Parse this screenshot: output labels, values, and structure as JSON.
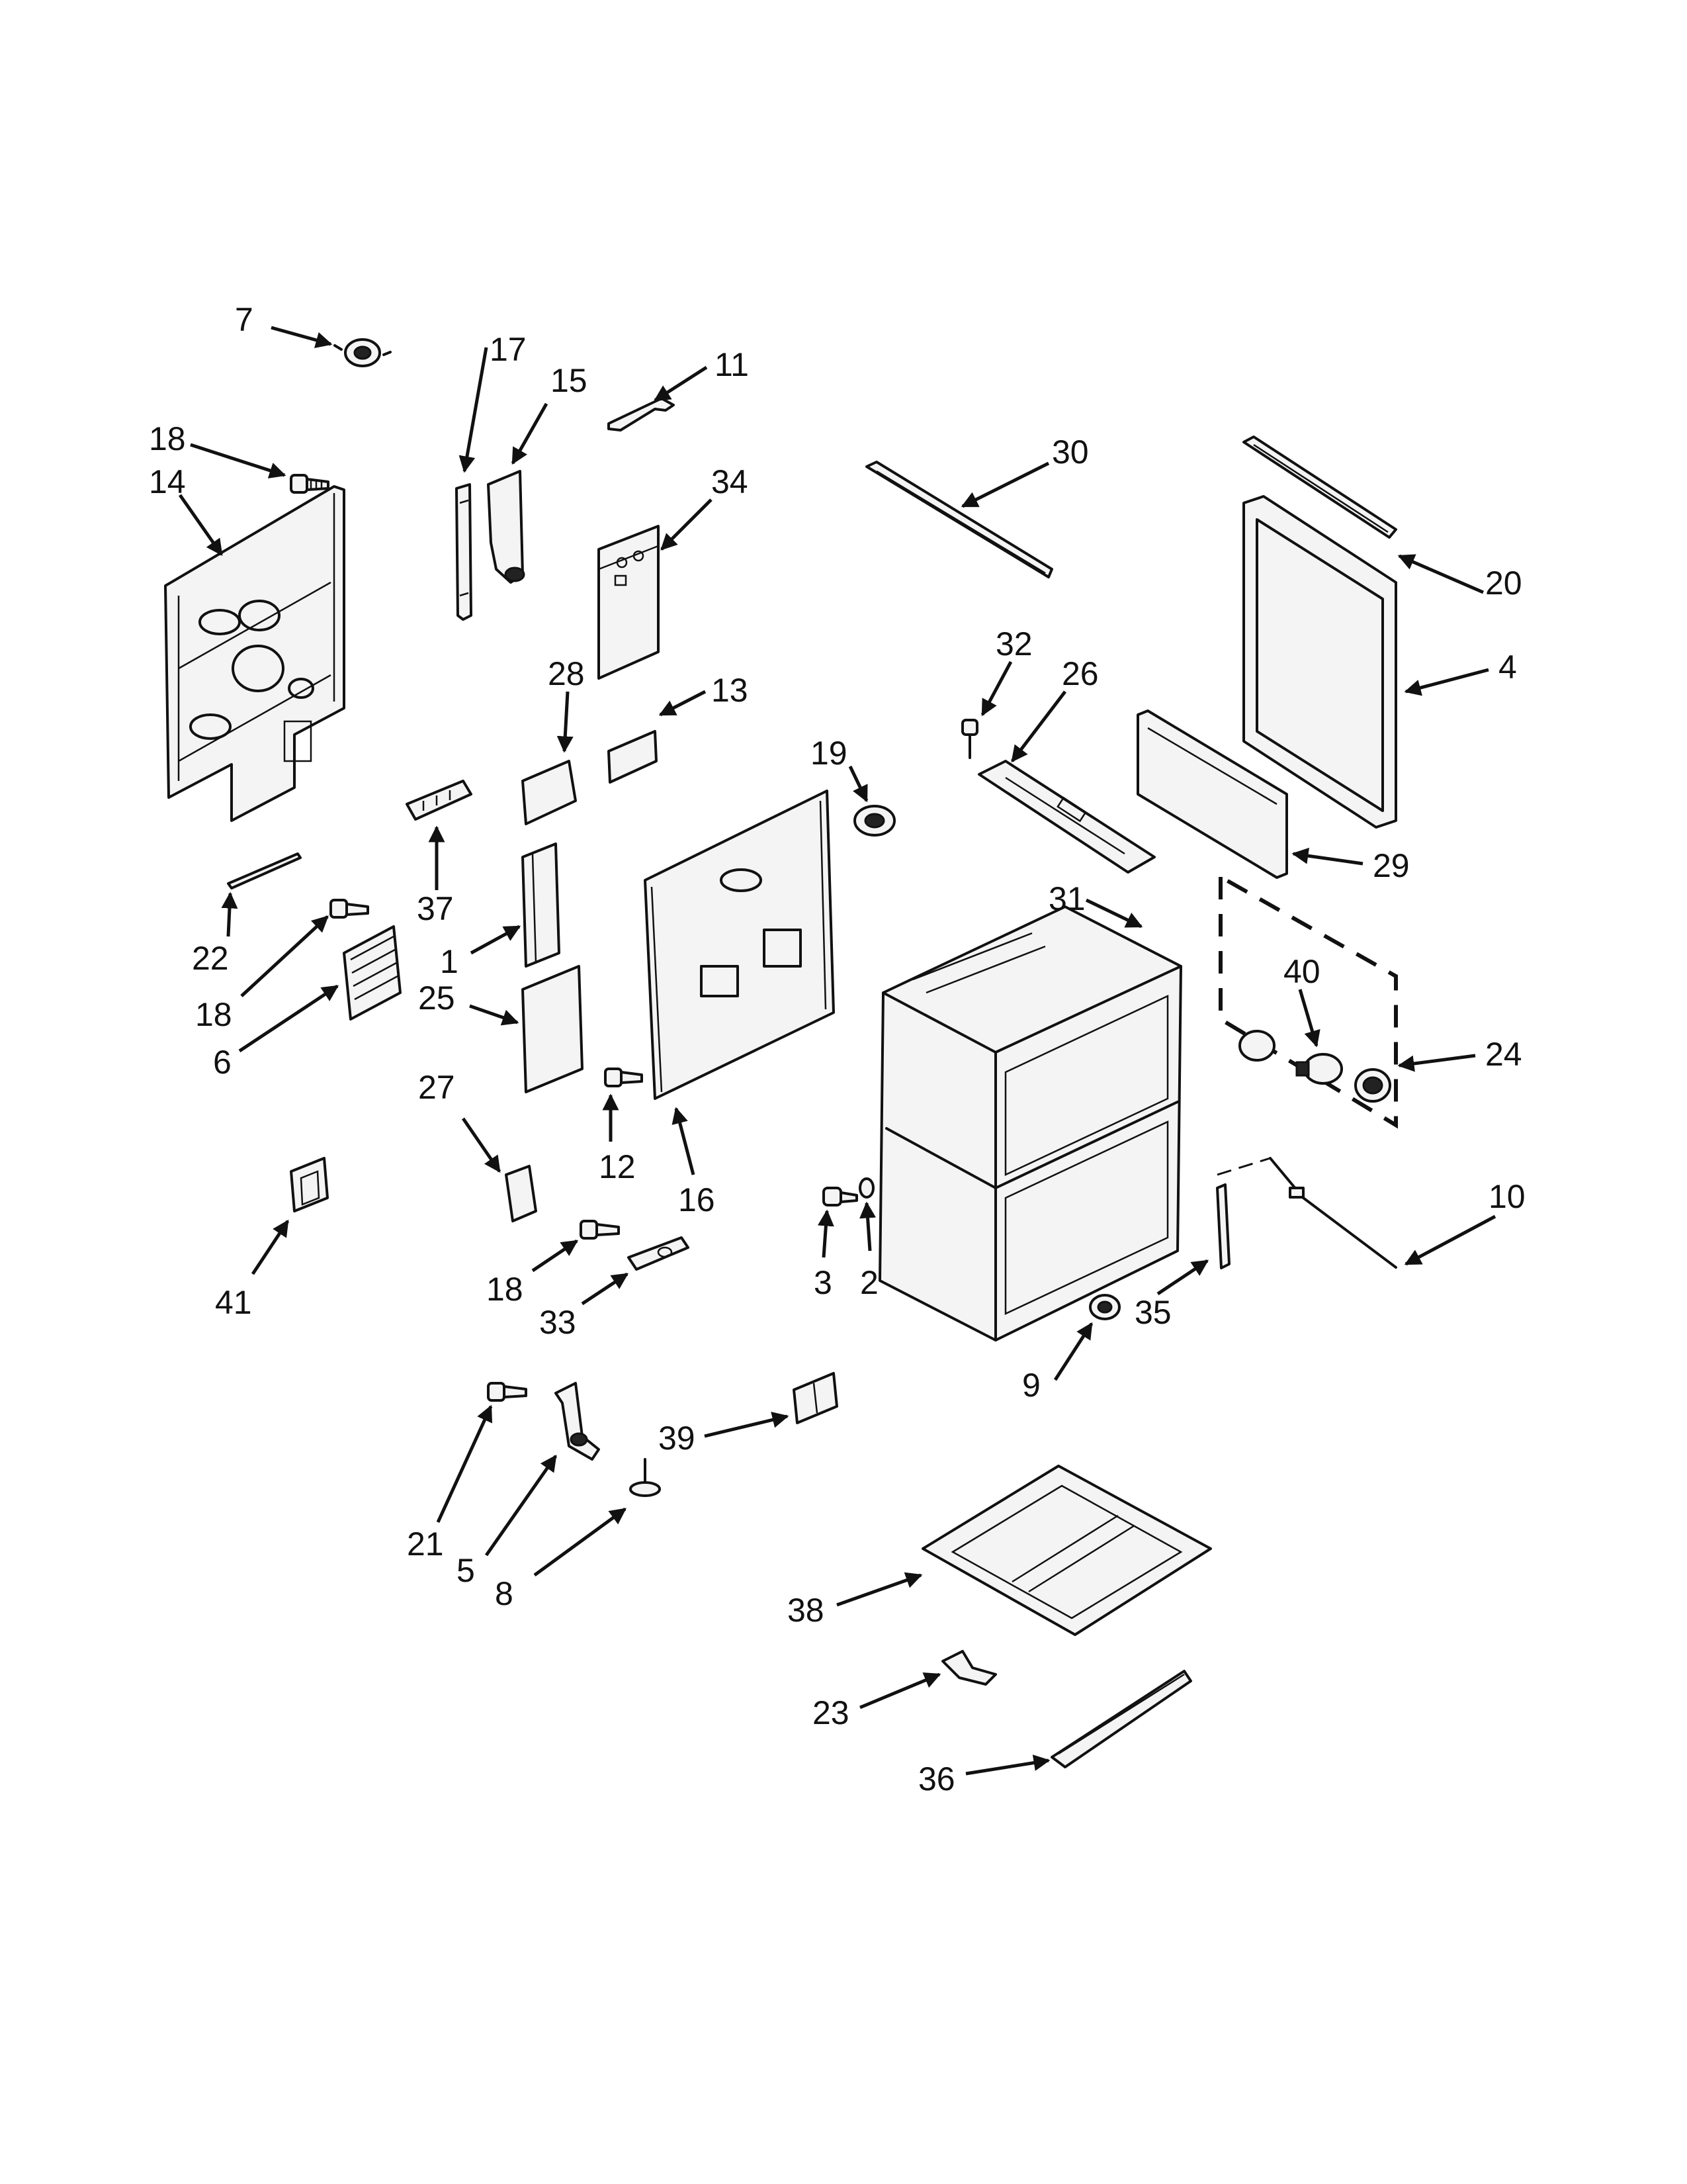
{
  "callouts": [
    {
      "id": "7",
      "label": "7"
    },
    {
      "id": "17",
      "label": "17"
    },
    {
      "id": "15",
      "label": "15"
    },
    {
      "id": "11",
      "label": "11"
    },
    {
      "id": "18a",
      "label": "18"
    },
    {
      "id": "14",
      "label": "14"
    },
    {
      "id": "34",
      "label": "34"
    },
    {
      "id": "30",
      "label": "30"
    },
    {
      "id": "20",
      "label": "20"
    },
    {
      "id": "4",
      "label": "4"
    },
    {
      "id": "32",
      "label": "32"
    },
    {
      "id": "26",
      "label": "26"
    },
    {
      "id": "28",
      "label": "28"
    },
    {
      "id": "13",
      "label": "13"
    },
    {
      "id": "19",
      "label": "19"
    },
    {
      "id": "29",
      "label": "29"
    },
    {
      "id": "37",
      "label": "37"
    },
    {
      "id": "22",
      "label": "22"
    },
    {
      "id": "1",
      "label": "1"
    },
    {
      "id": "31",
      "label": "31"
    },
    {
      "id": "40",
      "label": "40"
    },
    {
      "id": "24",
      "label": "24"
    },
    {
      "id": "18b",
      "label": "18"
    },
    {
      "id": "6",
      "label": "6"
    },
    {
      "id": "25",
      "label": "25"
    },
    {
      "id": "27",
      "label": "27"
    },
    {
      "id": "12",
      "label": "12"
    },
    {
      "id": "16",
      "label": "16"
    },
    {
      "id": "10",
      "label": "10"
    },
    {
      "id": "3",
      "label": "3"
    },
    {
      "id": "2",
      "label": "2"
    },
    {
      "id": "41",
      "label": "41"
    },
    {
      "id": "18c",
      "label": "18"
    },
    {
      "id": "33",
      "label": "33"
    },
    {
      "id": "35",
      "label": "35"
    },
    {
      "id": "9",
      "label": "9"
    },
    {
      "id": "39",
      "label": "39"
    },
    {
      "id": "21",
      "label": "21"
    },
    {
      "id": "5",
      "label": "5"
    },
    {
      "id": "8",
      "label": "8"
    },
    {
      "id": "38",
      "label": "38"
    },
    {
      "id": "23",
      "label": "23"
    },
    {
      "id": "36",
      "label": "36"
    }
  ]
}
